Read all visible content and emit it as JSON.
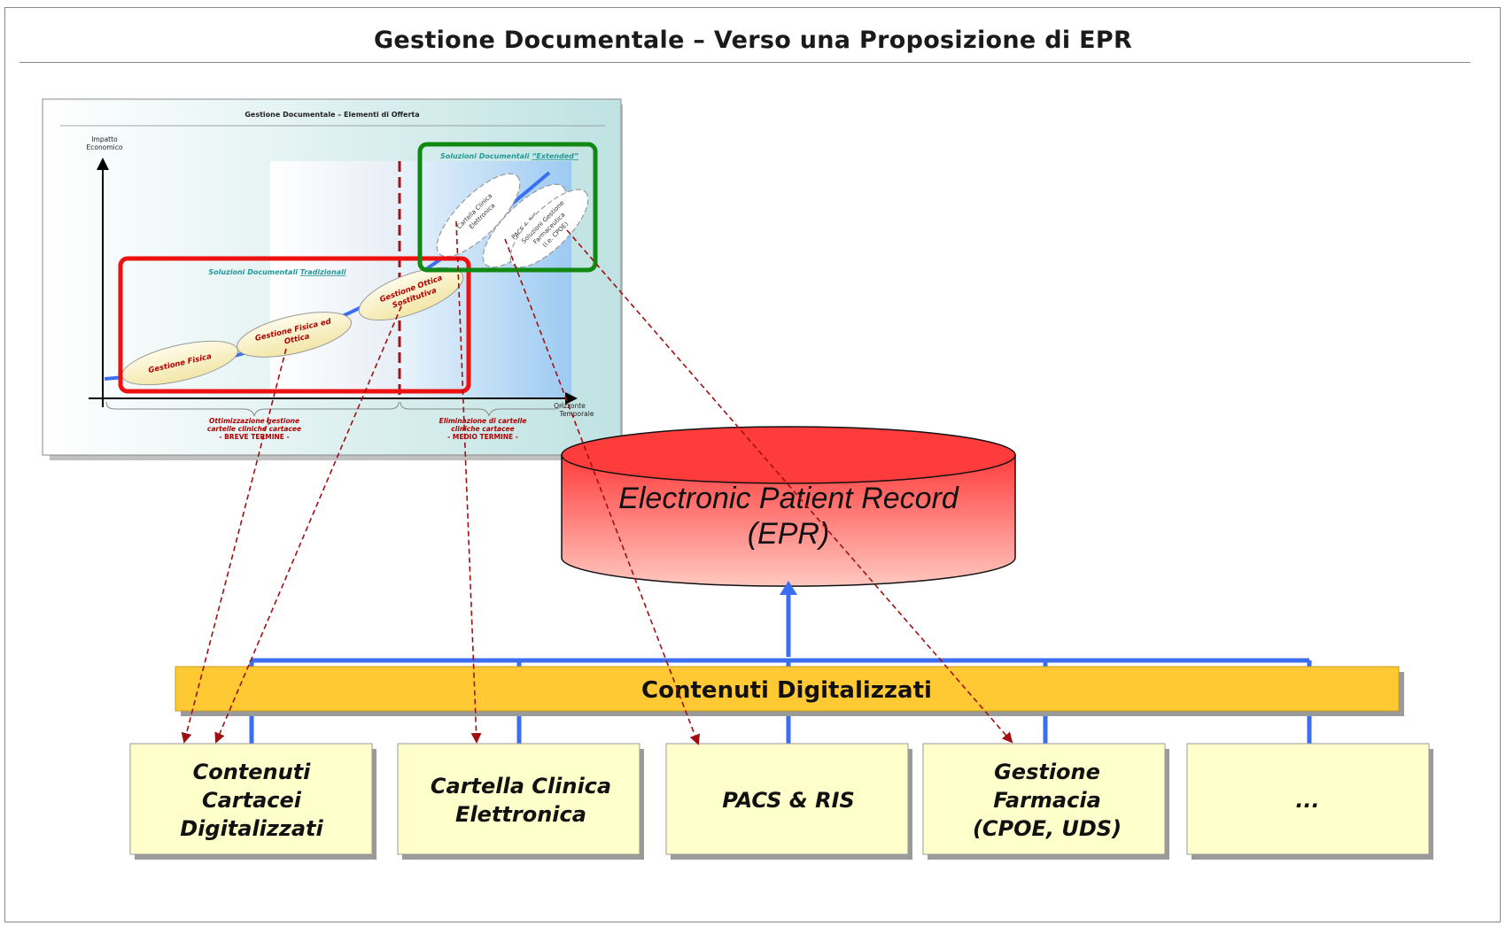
{
  "page": {
    "title": "Gestione Documentale – Verso una Proposizione di EPR"
  },
  "thumbnail": {
    "title": "Gestione Documentale – Elementi di Offerta",
    "y_axis_label": [
      "Impatto",
      "Economico"
    ],
    "x_axis_label": [
      "Orizzonte",
      "Temporale"
    ],
    "traditional_box_label": "Soluzioni Documentali ",
    "traditional_box_label_em": "Tradizionali",
    "extended_box_label": "Soluzioni Documentali ",
    "extended_box_label_em": "“Extended”",
    "ellipses": [
      "Gestione Fisica",
      "Gestione Fisica ed|Ottica",
      "Gestione Ottica|Sostitutiva"
    ],
    "extended_ellipses": [
      "Cartella Clinica|Elettronica",
      "PACS & RIS",
      "Soluzioni Gestione|Farmaceutica|(i.e. CPOE)"
    ],
    "short_term": [
      "Ottimizzazione gestione",
      "cartelle cliniche cartacee",
      "- BREVE TERMINE -"
    ],
    "mid_term": [
      "Eliminazione di cartelle",
      "cliniche cartacee",
      "- MEDIO TERMINE -"
    ]
  },
  "epr": {
    "line1": "Electronic Patient Record",
    "line2": "(EPR)"
  },
  "bar": {
    "label": "Contenuti Digitalizzati"
  },
  "modules": [
    {
      "lines": [
        "Contenuti",
        "Cartacei",
        "Digitalizzati"
      ]
    },
    {
      "lines": [
        "Cartella Clinica",
        "Elettronica"
      ]
    },
    {
      "lines": [
        "PACS & RIS"
      ]
    },
    {
      "lines": [
        "Gestione",
        "Farmacia",
        "(CPOE, UDS)"
      ]
    },
    {
      "lines": [
        "..."
      ]
    }
  ],
  "colors": {
    "connector_blue": "#3b6ef0",
    "bar_fill": "#ffc933",
    "module_fill": "#ffffcc",
    "epr_fill_top": "#ff3c3c",
    "arrow_red": "#a01010",
    "traditional_border": "#ee1111",
    "extended_border": "#118811"
  }
}
